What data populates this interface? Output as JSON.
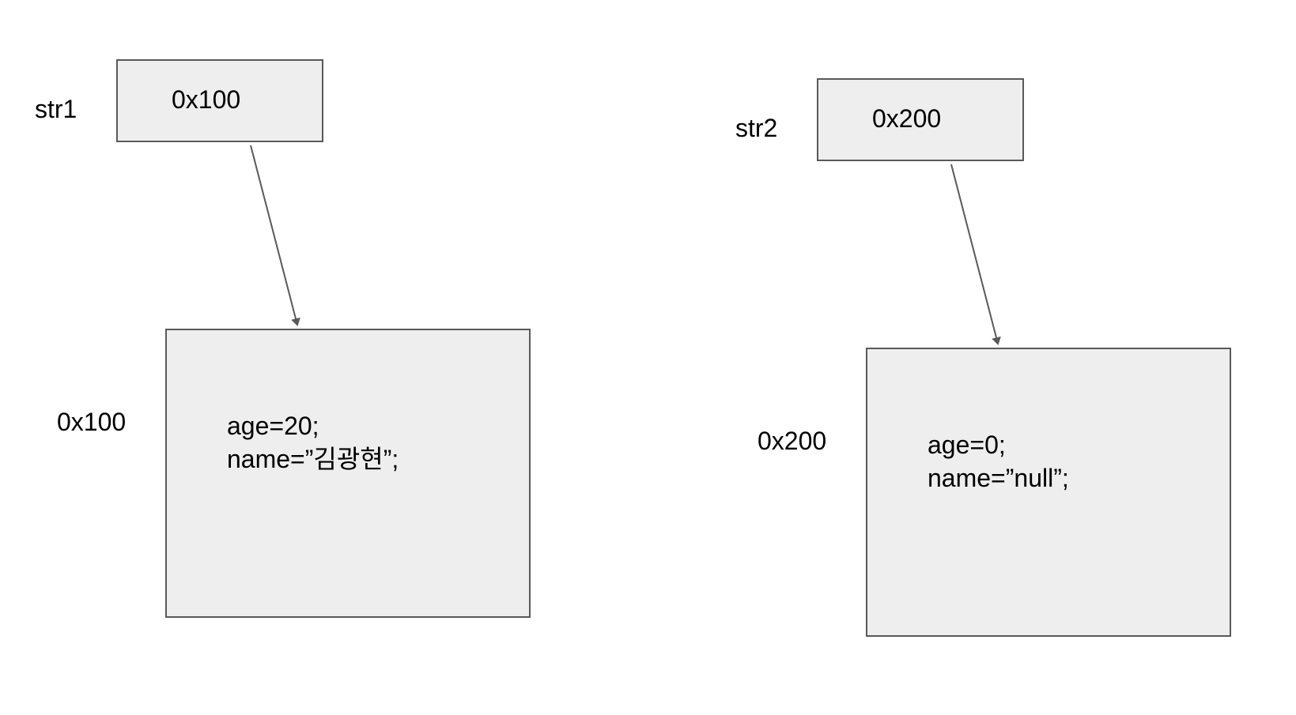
{
  "diagram": {
    "references": [
      {
        "variable": "str1",
        "address": "0x100"
      },
      {
        "variable": "str2",
        "address": "0x200"
      }
    ],
    "objects": [
      {
        "address": "0x100",
        "fields": [
          "age=20;",
          "name=”김광현”;"
        ]
      },
      {
        "address": "0x200",
        "fields": [
          "age=0;",
          "name=”null”;"
        ]
      }
    ]
  },
  "colors": {
    "box_fill": "#eeeeee",
    "box_stroke": "#595959",
    "arrow": "#595959",
    "text": "#000000"
  }
}
